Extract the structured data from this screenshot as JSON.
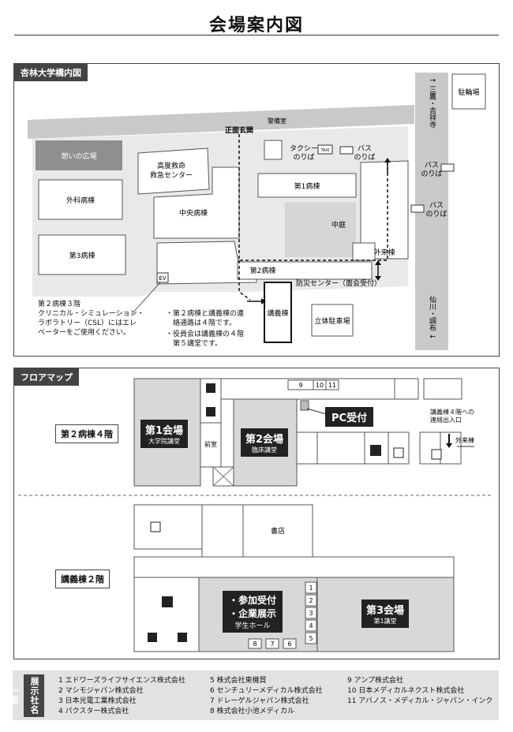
{
  "title": "会場案内図",
  "campus": {
    "tag": "杏林大学構内図",
    "labels": {
      "parking_bike": "駐輪場",
      "road_top": "↑ 三鷹・吉祥寺",
      "road_bottom": "仙川・調布 ↓",
      "guard": "警備室",
      "main_entrance": "正面玄関",
      "plaza": "憩いの広場",
      "emergency": "高度救命\n救急センター",
      "taxi": "タクシー\nのりば",
      "bus1": "バス\nのりば",
      "bus2": "バス\nのりば",
      "bus3": "バス\nのりば",
      "surgery": "外科病棟",
      "central": "中央病棟",
      "ward1": "第1病棟",
      "courtyard": "中庭",
      "ward3": "第3病棟",
      "outpatient": "外来棟",
      "ward2": "第2病棟",
      "disaster": "防災センター（面会受付）",
      "lecture": "講義棟",
      "parking": "立体駐車場",
      "ev": "EV",
      "taxi_sign": "TAXI"
    },
    "note_left": "第２病棟３階\nクリニカル・シミュレーション・\nラボラトリー（CSL）にはエレ\nベーターをご使用ください。",
    "note_right": [
      "・第２病棟と講義棟の連\n　絡通路は４階です。",
      "・役員会は講義棟の４階\n　第５講堂です。"
    ]
  },
  "floor": {
    "tag": "フロアマップ",
    "floor4_label": "第２病棟４階",
    "floor2_label": "講義棟２階",
    "venue1": "第1会場",
    "venue1_sub": "大学院講堂",
    "venue2": "第2会場",
    "venue2_sub": "臨床講堂",
    "front_room": "前室",
    "pc": "PC受付",
    "connect": "講義棟４階への\n連絡出入口",
    "outpatient": "外来棟",
    "bookstore": "書店",
    "reception1": "・参加受付",
    "reception2": "・企業展示",
    "hall": "学生ホール",
    "venue3": "第3会場",
    "venue3_sub": "第1講堂",
    "booths_top": [
      "9",
      "10",
      "11"
    ],
    "booths_right": [
      "1",
      "2",
      "3",
      "4",
      "5"
    ],
    "booths_bottom": [
      "8",
      "7",
      "6"
    ]
  },
  "exhibitors": {
    "tag": "展示社名一覧",
    "col1": [
      "1  エドワーズライフサイエンス株式会社",
      "2  マシモジャパン株式会社",
      "3  日本光電工業株式会社",
      "4  パクスター株式会社"
    ],
    "col2": [
      "5  株式会社東機貿",
      "6  センチュリーメディカル株式会社",
      "7  ドレーゲルジャパン株式会社",
      "8  株式会社小池メディカル"
    ],
    "col3": [
      "9  アンプ株式会社",
      "10  日本メディカルネクスト株式会社",
      "11  アバノス・メディカル・ジャパン・インク"
    ]
  }
}
